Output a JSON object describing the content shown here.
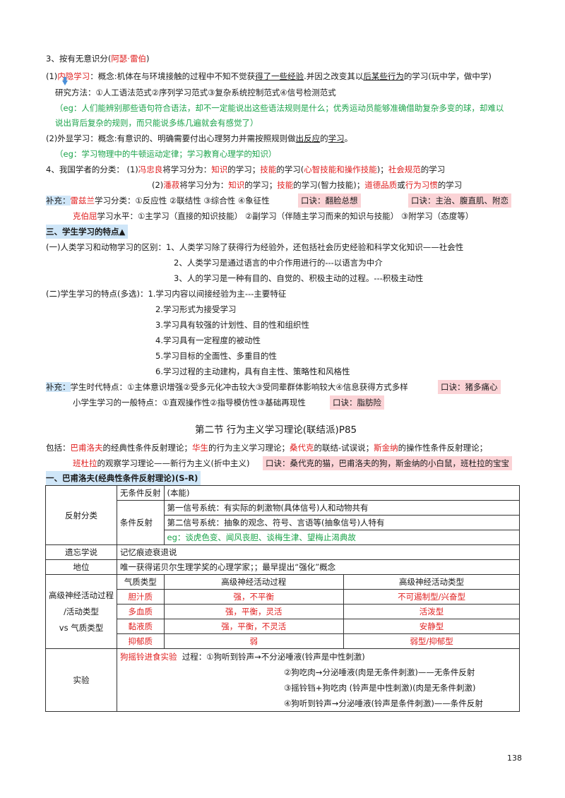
{
  "l1": {
    "a": "3、按有无意识分(",
    "b": "阿瑟·雷伯",
    "c": ")"
  },
  "l2": {
    "a": "(1)",
    "b": "内隐学习",
    "c": "：概念:机体在与环境接触的过程中不知不觉获",
    "d": "得了一些经验",
    "e": ".并因之改变其以",
    "f": "后某些行为",
    "g": "的学习(玩中学，做中学)"
  },
  "l3": "研究方法：①人工语法范式②序列学习范式③复杂系统控制范式④信号检测范式",
  "l4": "（eg：人们能辨别那些语句符合语法，却不一定能说出这些语法规则是什么；优秀运动员能够准确借助复杂多变的球，却难以",
  "l5": "说出背后复杂的规则，而只能说多练几遍就会有感觉了）",
  "l6": {
    "a": "(2)外显学习：概念:有意识的、明确需要付出心理努力并需按照规则做",
    "b": "出反应",
    "c": "的",
    "d": "学习",
    "e": "。"
  },
  "l7": "（eg：学习物理中的牛顿运动定律；学习教育心理学的知识）",
  "l8": {
    "a": "4、我国学者的分类：  (1)",
    "b": "冯忠良",
    "c": "将学习分为：",
    "d": "知识",
    "e": "的学习；",
    "f": "技能",
    "g": "的学习(",
    "h": "心智技能和操作技能",
    "i": ")；",
    "j": "社会规范",
    "k": "的学习"
  },
  "l9": {
    "a": "(2)",
    "b": "潘菽",
    "c": "将学习分为：",
    "d": "知识",
    "e": "的学习；",
    "f": "技能",
    "g": "的学习(智力技能)；",
    "h": "道德品质",
    "i": "或",
    "j": "行为习惯",
    "k": "的学习"
  },
  "l10": {
    "a": "补充：",
    "b": "雷兹兰",
    "c": "学习分类：①反应性 ②联结性 ③综合性 ④象征性",
    "d": "口诀：翻脸总想",
    "e": "口诀：主治、腹直肌、附恋"
  },
  "l11": {
    "a": "克伯屈",
    "b": "学习水平：①主学习（直接的知识技能） ②副学习（伴随主学习而来的知识与技能） ③附学习（态度等）"
  },
  "l12": "三、学生学习的特点▲",
  "l13": "(一)人类学习和动物学习的区别：1、人类学习除了获得行为经验外，还包括社会历史经验和科学文化知识——社会性",
  "l14": "2、人类学习是通过语言的中介作用进行的---以语言为中介",
  "l15": "3、人的学习是一种有目的、自觉的、积极主动的过程。---积极主动性",
  "l16": "(二)学生学习的特点(多选)：1.学习内容以间接经验为主---主要特征",
  "l17": "2.学习形式为接受学习",
  "l18": "3.学习具有较强的计划性、目的性和组织性",
  "l19": "4.学习具有一定程度的被动性",
  "l20": "5.学习目标的全面性、多重目的性",
  "l21": "6.学习过程的主动建构，具有自主性、策略性和风格性",
  "l22": {
    "a": "补充：",
    "b": "学生时代特点：①主体意识增强②受多元化冲击较大③受同辈群体影响较大④信息获得方式多样",
    "c": "口诀：猪多痛心"
  },
  "l23": {
    "a": "小学生学习的一般特点：①直观操作性②指导模仿性③基础再现性",
    "b": "口诀：脂肪险"
  },
  "section_title": "第二节  行为主义学习理论(联结派)P85",
  "l24": {
    "a": "包括：",
    "b": "巴甫洛夫",
    "c": "的经典性条件反射理论；",
    "d": "华生",
    "e": "的行为主义学习理论；",
    "f": "桑代克",
    "g": "的联结-试误说；",
    "h": "斯金纳",
    "i": "的操作性条件反射理论；"
  },
  "l25": {
    "a": "班杜拉",
    "b": "的观察学习理论——新行为主义(折中主义)",
    "c": "口诀：桑代克的猫，巴甫洛夫的狗，斯金纳的小白鼠，班杜拉的宝宝"
  },
  "l26": "一、巴甫洛夫(经典性条件反射理论)(S-R)",
  "table": {
    "reflex_class": "反射分类",
    "unconditioned": "无条件反射",
    "unconditioned_note": "(本能)",
    "conditioned": "条件反射",
    "first_signal": "第一信号系统：有实际的刺激物(具体信号)人和动物共有",
    "second_signal": "第二信号系统：抽象的观念、符号、言语等(抽象信号)人特有",
    "eg": "eg：谈虎色变、闻风丧胆、谈梅生津、望梅止渴典故",
    "forget_label": "遗忘学说",
    "forget_value": "记忆痕迹衰退说",
    "status_label": "地位",
    "status_value": "唯一获得诺贝尔生理学奖的心理学家；；最早提出“强化”概念",
    "nerve_label": [
      "高级神经活动过程",
      "/活动类型",
      "vs 气质类型"
    ],
    "headers": [
      "气质类型",
      "高级神经活动过程",
      "高级神经活动类型"
    ],
    "rows": [
      [
        "胆汁质",
        "强，不平衡",
        "不可遏制型/兴奋型"
      ],
      [
        "多血质",
        "强，平衡，灵活",
        "活泼型"
      ],
      [
        "黏液质",
        "强，平衡，不灵活",
        "安静型"
      ],
      [
        "抑郁质",
        "弱",
        "弱型/抑郁型"
      ]
    ],
    "exp_label": "实验",
    "exp_name": "狗摇铃进食实验",
    "exp_process": "过程：①狗听到铃声→不分泌唾液(铃声是中性刺激)",
    "exp_2": "②狗吃肉→分泌唾液(肉是无条件刺激)——无条件反射",
    "exp_3": "③摇铃铛+狗吃肉 (铃声是中性刺激)(肉是无条件刺激)",
    "exp_4": "④狗听到铃声→分泌唾液(铃声是条件刺激)——条件反射"
  },
  "page_number": "138"
}
